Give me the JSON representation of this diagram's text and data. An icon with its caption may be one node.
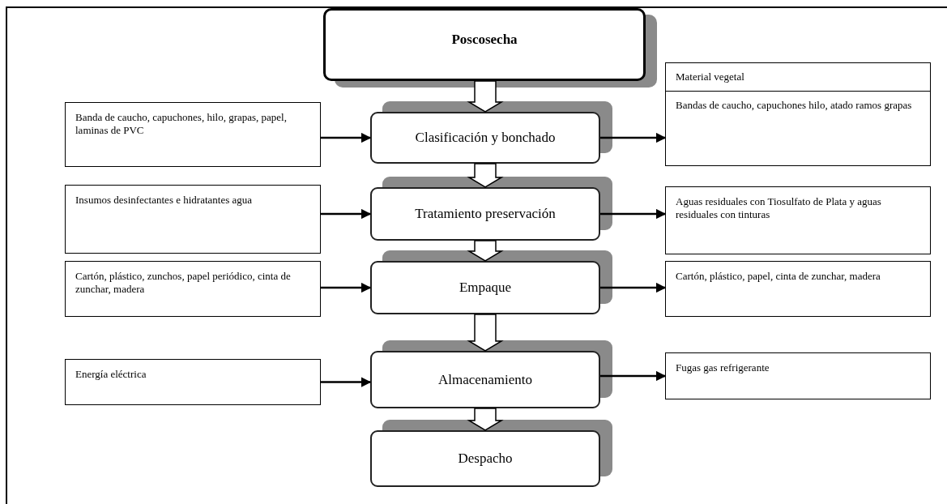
{
  "diagram": {
    "nodes": [
      {
        "text": [
          "Poscosecha"
        ]
      },
      {
        "text": [
          "Banda de caucho, capuchones, hilo, grapas, papel, laminas de PVC"
        ]
      },
      {
        "text": [
          "Clasificación y bonchado"
        ]
      },
      {
        "text": [
          "Material vegetal",
          "Bandas de caucho, capuchones  hilo, atado ramos  grapas"
        ]
      },
      {
        "text": [
          "Insumos desinfectantes e hidratantes agua"
        ]
      },
      {
        "text": [
          "Tratamiento preservación"
        ]
      },
      {
        "text": [
          "Aguas residuales con Tiosulfato de  Plata y aguas residuales con tinturas"
        ]
      },
      {
        "text": [
          "Cartón, plástico, zunchos, papel periódico, cinta de zunchar, madera"
        ]
      },
      {
        "text": [
          "Empaque"
        ]
      },
      {
        "text": [
          "Cartón, plástico, papel, cinta de zunchar, madera"
        ]
      },
      {
        "text": [
          "Energía eléctrica"
        ]
      },
      {
        "text": [
          "Almacenamiento"
        ]
      },
      {
        "text": [
          "Fugas gas refrigerante"
        ]
      },
      {
        "text": [
          "Despacho"
        ]
      }
    ],
    "edges": [
      {
        "from": 0,
        "to": 2,
        "arrow": "to",
        "style": "thick"
      },
      {
        "from": 1,
        "to": 2,
        "arrow": "to"
      },
      {
        "from": 2,
        "to": 3,
        "arrow": "to"
      },
      {
        "from": 2,
        "to": 5,
        "arrow": "to",
        "style": "thick"
      },
      {
        "from": 4,
        "to": 5,
        "arrow": "to"
      },
      {
        "from": 5,
        "to": 6,
        "arrow": "to"
      },
      {
        "from": 5,
        "to": 8,
        "arrow": "to",
        "style": "thick"
      },
      {
        "from": 7,
        "to": 8,
        "arrow": "to"
      },
      {
        "from": 8,
        "to": 9,
        "arrow": "to"
      },
      {
        "from": 8,
        "to": 11,
        "arrow": "to",
        "style": "thick"
      },
      {
        "from": 10,
        "to": 11,
        "arrow": "to"
      },
      {
        "from": 11,
        "to": 12,
        "arrow": "to"
      },
      {
        "from": 11,
        "to": 13,
        "arrow": "to",
        "style": "thick"
      }
    ]
  }
}
